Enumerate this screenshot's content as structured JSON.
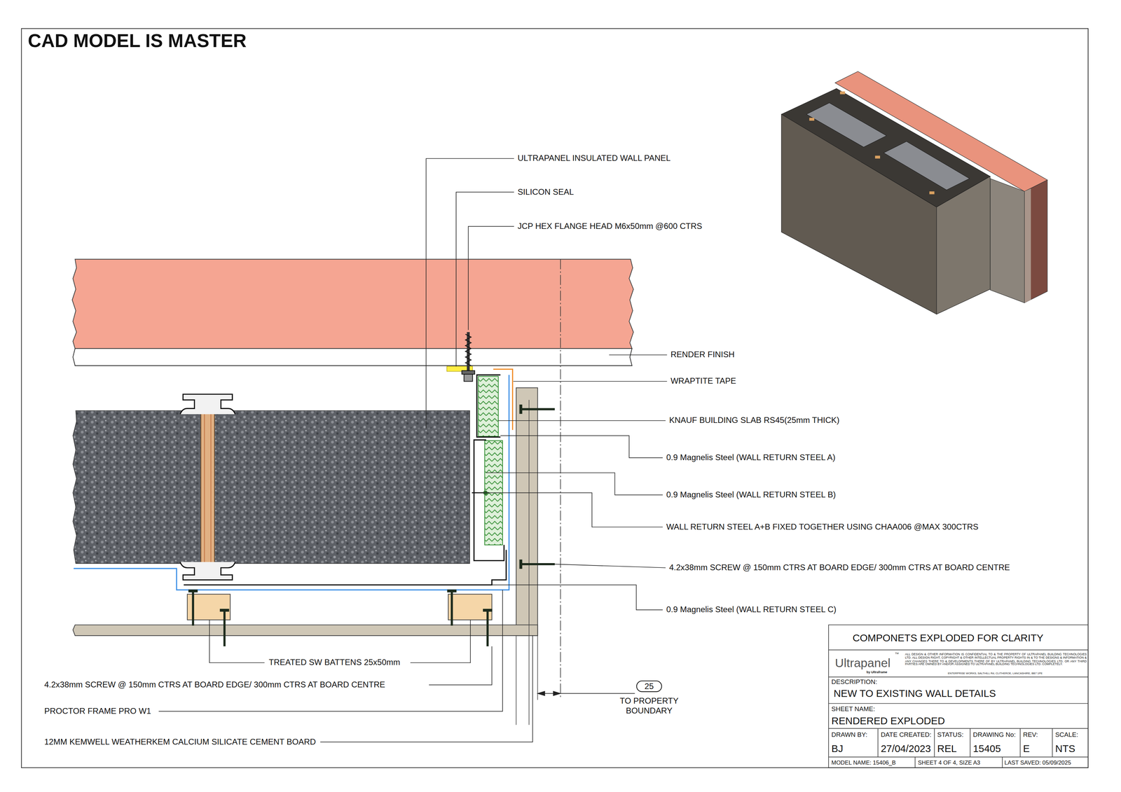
{
  "diagram": {
    "title": "CAD MODEL IS MASTER",
    "nodes": [
      {
        "text": [
          "25"
        ]
      }
    ],
    "labels": [
      "ULTRAPANEL INSULATED WALL PANEL",
      "SILICON SEAL",
      "JCP HEX FLANGE HEAD M6x50mm @600 CTRS",
      "RENDER FINISH",
      "WRAPTITE TAPE",
      "KNAUF BUILDING SLAB RS45(25mm THICK)",
      "0.9 Magnelis Steel (WALL RETURN STEEL A)",
      "0.9 Magnelis Steel (WALL RETURN STEEL B)",
      "WALL RETURN STEEL A+B FIXED TOGETHER USING CHAA006 @MAX 300CTRS",
      "4.2x38mm SCREW @ 150mm CTRS AT BOARD EDGE/ 300mm CTRS AT BOARD CENTRE",
      "0.9 Magnelis Steel (WALL RETURN STEEL C)",
      "TREATED SW BATTENS 25x50mm",
      "4.2x38mm SCREW @ 150mm CTRS AT BOARD EDGE/ 300mm CTRS AT BOARD CENTRE",
      "PROCTOR FRAME PRO W1",
      "12MM KEMWELL WEATHERKEM CALCIUM SILICATE CEMENT BOARD",
      "TO PROPERTY BOUNDARY",
      "COMPONETS EXPLODED FOR CLARITY",
      "Ultrapanel",
      "by Ultraframe",
      "TM",
      "ALL DESIGN & OTHER INFORMATION IS CONFIDENTIAL TO & THE PROPERTY OF ULTRAPANEL BUILDING TECHNOLOGIES LTD. ALL DESIGN RIGHT, COPYRIGHT & OTHER INTELLECTUAL PROPERTY RIGHTS IN & TO THE DESIGNS & INFORMATION & ANY CHANGES THERE TO & DEVELOPMENTS THERE OF BY ULTRAPANEL BUILDING TECHNOLOGIES LTD. OR ANY THIRD PARTIES ARE OWNED BY AND/OR ASSIGNED TO ULTRAPANEL BUILDING TECHNOLOGIES LTD. COMPLETELY.",
      "ENTERPRISE WORKS, SALTHILL Rd, CLITHEROE, LANCASHIRE, BB7 1PE",
      "DESCRIPTION:",
      "NEW TO EXISTING WALL DETAILS",
      "SHEET NAME:",
      "RENDERED EXPLODED",
      "DRAWN BY:",
      "BJ",
      "DATE CREATED:",
      "27/04/2023",
      "STATUS:",
      "REL",
      "DRAWING No:",
      "15405",
      "REV:",
      "E",
      "SCALE:",
      "NTS",
      "MODEL NAME: 15406_B",
      "SHEET  4 OF 4, SIZE A3",
      "LAST SAVED: 05/09/2025"
    ]
  }
}
